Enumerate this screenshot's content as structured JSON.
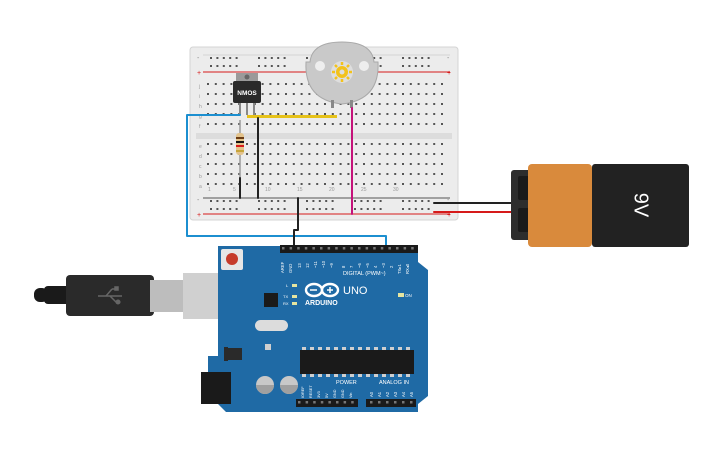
{
  "breadboard": {
    "row_letters_top": [
      "j",
      "i",
      "h",
      "g",
      "f"
    ],
    "row_letters_bottom": [
      "e",
      "d",
      "c",
      "b",
      "a"
    ],
    "column_numbers": [
      "1",
      "5",
      "10",
      "15",
      "20",
      "25",
      "30"
    ]
  },
  "components": {
    "mosfet_label": "NMOS",
    "battery_label": "9V"
  },
  "arduino": {
    "brand": "ARDUINO",
    "model": "UNO",
    "digital_label": "DIGITAL (PWM~)",
    "power_label": "POWER",
    "analog_label": "ANALOG IN",
    "on_label": "ON",
    "l_label": "L",
    "tx_label": "TX",
    "rx_label": "RX",
    "aref_label": "AREF",
    "gnd_label": "GND",
    "digital_pins": [
      "13",
      "12",
      "~11",
      "~10",
      "~9",
      "8",
      "7",
      "~6",
      "~5",
      "4",
      "~3",
      "2",
      "TX▸1",
      "RX◂0"
    ],
    "power_pins": [
      "IOREF",
      "RESET",
      "3V3",
      "5V",
      "GND",
      "GND",
      "Vin"
    ],
    "analog_pins": [
      "A0",
      "A1",
      "A2",
      "A3",
      "A4",
      "A5"
    ]
  },
  "colors": {
    "board_blue": "#1f6aa5",
    "breadboard": "#ececec",
    "battery_orange": "#d98a3c",
    "wire_blue": "#1c8fd0",
    "wire_black": "#222222",
    "wire_red": "#d61a1a",
    "wire_magenta": "#c4127a",
    "wire_yellow": "#e6c21a"
  }
}
